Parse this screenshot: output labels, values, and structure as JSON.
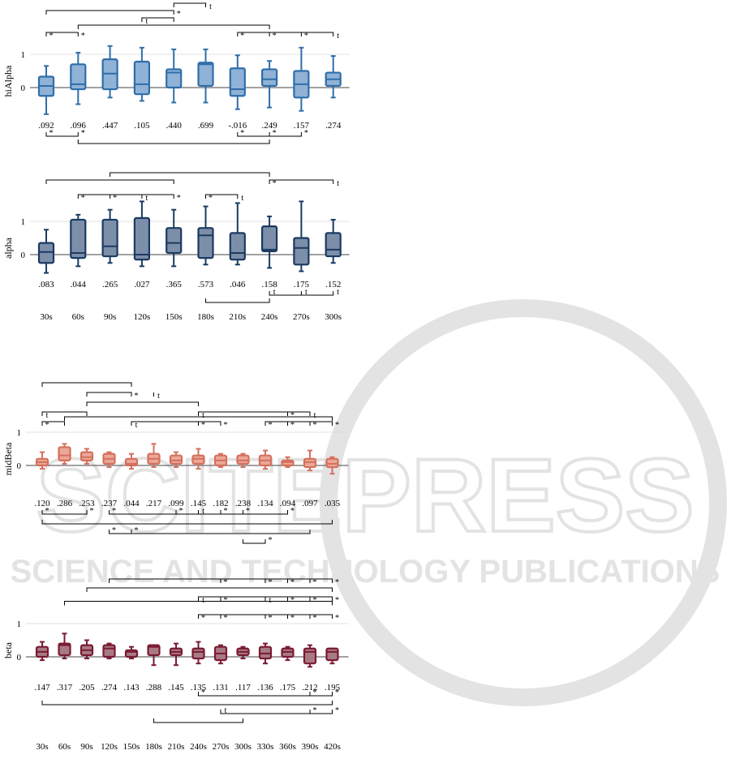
{
  "watermark": {
    "brand": "SCITEPRESS",
    "tagline": "SCIENCE AND TECHNOLOGY PUBLICATIONS",
    "color": "#e3e3e3"
  },
  "chart_data": [
    {
      "type": "box",
      "ylabel": "hiAlpha",
      "color": "#2f6eaa",
      "fill": "#8fb2d6",
      "yticks": [
        0,
        1
      ],
      "categories": [
        "30s",
        "60s",
        "90s",
        "120s",
        "150s",
        "180s",
        "210s",
        "240s",
        "270s",
        "300s"
      ],
      "x_labels_shown": false,
      "values": [
        ".092",
        ".096",
        ".447",
        ".105",
        ".440",
        ".699",
        "-.016",
        ".249",
        ".157",
        ".274"
      ],
      "boxes": [
        {
          "min": -0.8,
          "q1": -0.25,
          "median": 0.05,
          "q3": 0.33,
          "max": 0.65
        },
        {
          "min": -0.5,
          "q1": -0.05,
          "median": 0.1,
          "q3": 0.7,
          "max": 1.05
        },
        {
          "min": -0.3,
          "q1": -0.05,
          "median": 0.42,
          "q3": 0.85,
          "max": 1.25
        },
        {
          "min": -0.4,
          "q1": -0.2,
          "median": 0.1,
          "q3": 0.78,
          "max": 1.2
        },
        {
          "min": -0.45,
          "q1": 0.0,
          "median": 0.45,
          "q3": 0.55,
          "max": 1.15
        },
        {
          "min": -0.45,
          "q1": 0.05,
          "median": 0.7,
          "q3": 0.75,
          "max": 1.15
        },
        {
          "min": -0.65,
          "q1": -0.25,
          "median": -0.05,
          "q3": 0.58,
          "max": 0.97
        },
        {
          "min": -0.6,
          "q1": 0.05,
          "median": 0.25,
          "q3": 0.55,
          "max": 0.8
        },
        {
          "min": -0.7,
          "q1": -0.3,
          "median": 0.1,
          "q3": 0.5,
          "max": 1.2
        },
        {
          "min": -0.3,
          "q1": 0.05,
          "median": 0.25,
          "q3": 0.45,
          "max": 0.95
        }
      ],
      "brackets_above": [
        {
          "from": 0,
          "to": 4,
          "level": 4,
          "marks": [
            {
              "at": 4,
              "label": "*"
            }
          ]
        },
        {
          "from": 3,
          "to": 4,
          "level": 3,
          "marks": [
            {
              "at": 3,
              "label": "t"
            }
          ]
        },
        {
          "from": 4,
          "to": 5,
          "level": 5,
          "marks": [
            {
              "at": 5,
              "label": "t"
            }
          ]
        },
        {
          "from": 1,
          "to": 7,
          "level": 2,
          "marks": []
        },
        {
          "from": 0,
          "to": 1,
          "level": 1,
          "marks": [
            {
              "at": 0,
              "label": "*"
            },
            {
              "at": 1,
              "label": "*"
            }
          ]
        },
        {
          "from": 6,
          "to": 9,
          "level": 1,
          "marks": [
            {
              "at": 6,
              "label": "*"
            },
            {
              "at": 7,
              "label": "*"
            },
            {
              "at": 8,
              "label": "*"
            },
            {
              "at": 9,
              "label": "t"
            }
          ]
        }
      ],
      "brackets_below": [
        {
          "from": 0,
          "to": 1,
          "level": 1,
          "marks": [
            {
              "at": 0,
              "label": "*"
            },
            {
              "at": 1,
              "label": "*"
            }
          ]
        },
        {
          "from": 6,
          "to": 8,
          "level": 1,
          "marks": [
            {
              "at": 6,
              "label": "*"
            },
            {
              "at": 7,
              "label": "*"
            },
            {
              "at": 8,
              "label": "*"
            }
          ]
        },
        {
          "from": 1,
          "to": 7,
          "level": 2,
          "marks": []
        }
      ]
    },
    {
      "type": "box",
      "ylabel": "alpha",
      "color": "#1b3a63",
      "fill": "#7d8fa8",
      "yticks": [
        0,
        1
      ],
      "categories": [
        "30s",
        "60s",
        "90s",
        "120s",
        "150s",
        "180s",
        "210s",
        "240s",
        "270s",
        "300s"
      ],
      "x_labels_shown": true,
      "values": [
        ".083",
        ".044",
        ".265",
        ".027",
        ".365",
        ".573",
        ".046",
        ".158",
        ".175",
        ".152"
      ],
      "boxes": [
        {
          "min": -0.55,
          "q1": -0.25,
          "median": 0.08,
          "q3": 0.35,
          "max": 0.75
        },
        {
          "min": -0.35,
          "q1": -0.1,
          "median": 0.05,
          "q3": 1.05,
          "max": 1.2
        },
        {
          "min": -0.25,
          "q1": -0.05,
          "median": 0.25,
          "q3": 1.05,
          "max": 1.35
        },
        {
          "min": -0.35,
          "q1": -0.15,
          "median": 0.0,
          "q3": 1.1,
          "max": 1.6
        },
        {
          "min": -0.35,
          "q1": 0.05,
          "median": 0.35,
          "q3": 0.8,
          "max": 1.35
        },
        {
          "min": -0.3,
          "q1": -0.1,
          "median": 0.58,
          "q3": 0.8,
          "max": 1.45
        },
        {
          "min": -0.3,
          "q1": -0.15,
          "median": 0.05,
          "q3": 0.65,
          "max": 1.55
        },
        {
          "min": -0.4,
          "q1": 0.1,
          "median": 0.15,
          "q3": 0.85,
          "max": 1.15
        },
        {
          "min": -0.5,
          "q1": -0.3,
          "median": 0.2,
          "q3": 0.5,
          "max": 1.6
        },
        {
          "min": -0.25,
          "q1": -0.05,
          "median": 0.15,
          "q3": 0.65,
          "max": 1.05
        }
      ],
      "brackets_above": [
        {
          "from": 2,
          "to": 7,
          "level": 4,
          "marks": []
        },
        {
          "from": 0,
          "to": 4,
          "level": 3,
          "marks": []
        },
        {
          "from": 7,
          "to": 9,
          "level": 3,
          "marks": [
            {
              "at": 7,
              "label": "*"
            },
            {
              "at": 9,
              "label": "t"
            }
          ]
        },
        {
          "from": 1,
          "to": 4,
          "level": 1,
          "marks": [
            {
              "at": 1,
              "label": "*"
            },
            {
              "at": 2,
              "label": "*"
            },
            {
              "at": 3,
              "label": "t"
            },
            {
              "at": 4,
              "label": "*"
            }
          ]
        },
        {
          "from": 5,
          "to": 6,
          "level": 1,
          "marks": [
            {
              "at": 5,
              "label": "*"
            },
            {
              "at": 6,
              "label": "t"
            }
          ]
        }
      ],
      "brackets_below": [
        {
          "from": 7,
          "to": 9,
          "level": 1,
          "marks": [
            {
              "at": 7,
              "label": "t"
            },
            {
              "at": 8,
              "label": "t"
            },
            {
              "at": 9,
              "label": "t"
            }
          ]
        },
        {
          "from": 5,
          "to": 7,
          "level": 2,
          "marks": []
        }
      ]
    },
    {
      "type": "box",
      "ylabel": "midBeta",
      "color": "#d4705c",
      "fill": "#eba798",
      "yticks": [
        0,
        1
      ],
      "categories": [
        "30s",
        "60s",
        "90s",
        "120s",
        "150s",
        "180s",
        "210s",
        "240s",
        "270s",
        "300s",
        "330s",
        "360s",
        "390s",
        "420s"
      ],
      "x_labels_shown": false,
      "values": [
        ".120",
        ".286",
        ".253",
        ".237",
        ".044",
        ".217",
        ".099",
        ".145",
        ".182",
        ".238",
        ".134",
        ".094",
        ".097",
        ".035"
      ],
      "boxes": [
        {
          "min": -0.1,
          "q1": 0.0,
          "median": 0.1,
          "q3": 0.2,
          "max": 0.4
        },
        {
          "min": 0.05,
          "q1": 0.15,
          "median": 0.3,
          "q3": 0.55,
          "max": 0.65
        },
        {
          "min": 0.05,
          "q1": 0.15,
          "median": 0.25,
          "q3": 0.4,
          "max": 0.5
        },
        {
          "min": -0.05,
          "q1": 0.05,
          "median": 0.2,
          "q3": 0.35,
          "max": 0.4
        },
        {
          "min": -0.1,
          "q1": 0.0,
          "median": 0.05,
          "q3": 0.2,
          "max": 0.35
        },
        {
          "min": -0.05,
          "q1": 0.05,
          "median": 0.2,
          "q3": 0.35,
          "max": 0.65
        },
        {
          "min": -0.05,
          "q1": 0.05,
          "median": 0.15,
          "q3": 0.3,
          "max": 0.4
        },
        {
          "min": -0.1,
          "q1": 0.05,
          "median": 0.2,
          "q3": 0.3,
          "max": 0.5
        },
        {
          "min": -0.05,
          "q1": 0.0,
          "median": 0.15,
          "q3": 0.3,
          "max": 0.35
        },
        {
          "min": -0.05,
          "q1": 0.05,
          "median": 0.15,
          "q3": 0.3,
          "max": 0.35
        },
        {
          "min": -0.1,
          "q1": 0.0,
          "median": 0.15,
          "q3": 0.3,
          "max": 0.45
        },
        {
          "min": -0.05,
          "q1": 0.0,
          "median": 0.1,
          "q3": 0.15,
          "max": 0.25
        },
        {
          "min": -0.15,
          "q1": -0.05,
          "median": 0.1,
          "q3": 0.2,
          "max": 0.45
        },
        {
          "min": -0.25,
          "q1": -0.05,
          "median": 0.05,
          "q3": 0.2,
          "max": 0.25
        }
      ],
      "brackets_above": [
        {
          "from": 0,
          "to": 4,
          "level": 5,
          "marks": []
        },
        {
          "from": 2,
          "to": 4,
          "level": 4,
          "marks": [
            {
              "at": 4,
              "label": "*"
            },
            {
              "at": 5,
              "label": "t"
            }
          ]
        },
        {
          "from": 2,
          "to": 7,
          "level": 3,
          "marks": []
        },
        {
          "from": 0,
          "to": 2,
          "level": 2,
          "marks": [
            {
              "at": 0,
              "label": "t"
            }
          ]
        },
        {
          "from": 7,
          "to": 12,
          "level": 2,
          "marks": [
            {
              "at": 7,
              "label": "t"
            },
            {
              "at": 11,
              "label": "*"
            },
            {
              "at": 12,
              "label": "t"
            }
          ]
        },
        {
          "from": 1,
          "to": 13,
          "level": 1.5,
          "marks": []
        },
        {
          "from": 0,
          "to": 1,
          "level": 1,
          "marks": [
            {
              "at": 0,
              "label": "*"
            }
          ]
        },
        {
          "from": 4,
          "to": 8,
          "level": 1,
          "marks": [
            {
              "at": 4,
              "label": "t"
            },
            {
              "at": 7,
              "label": "*"
            },
            {
              "at": 8,
              "label": "*"
            }
          ]
        },
        {
          "from": 10,
          "to": 13,
          "level": 1,
          "marks": [
            {
              "at": 10,
              "label": "*"
            },
            {
              "at": 11,
              "label": "*"
            },
            {
              "at": 12,
              "label": "*"
            },
            {
              "at": 13,
              "label": "*"
            }
          ]
        }
      ],
      "brackets_below": [
        {
          "from": 0,
          "to": 2,
          "level": 1,
          "marks": [
            {
              "at": 0,
              "label": "*"
            },
            {
              "at": 2,
              "label": "*"
            }
          ]
        },
        {
          "from": 3,
          "to": 11,
          "level": 1,
          "marks": [
            {
              "at": 3,
              "label": "*"
            },
            {
              "at": 6,
              "label": "*"
            },
            {
              "at": 7,
              "label": "t"
            },
            {
              "at": 8,
              "label": "*"
            },
            {
              "at": 9,
              "label": "*"
            },
            {
              "at": 11,
              "label": "*"
            }
          ]
        },
        {
          "from": 0,
          "to": 13,
          "level": 2,
          "marks": []
        },
        {
          "from": 3,
          "to": 4,
          "level": 3,
          "marks": [
            {
              "at": 3,
              "label": "*"
            },
            {
              "at": 4,
              "label": "*"
            }
          ]
        },
        {
          "from": 4,
          "to": 12,
          "level": 3,
          "marks": []
        },
        {
          "from": 9,
          "to": 10,
          "level": 4,
          "marks": [
            {
              "at": 10,
              "label": "*"
            }
          ]
        }
      ]
    },
    {
      "type": "box",
      "ylabel": "beta",
      "color": "#7b1a33",
      "fill": "#a87a84",
      "yticks": [
        0,
        1
      ],
      "categories": [
        "30s",
        "60s",
        "90s",
        "120s",
        "150s",
        "180s",
        "210s",
        "240s",
        "270s",
        "300s",
        "330s",
        "360s",
        "390s",
        "420s"
      ],
      "x_labels_shown": true,
      "values": [
        ".147",
        ".317",
        ".205",
        ".274",
        ".143",
        ".288",
        ".145",
        ".135",
        ".131",
        ".117",
        ".136",
        ".175",
        ".212",
        ".195"
      ],
      "boxes": [
        {
          "min": -0.1,
          "q1": 0.0,
          "median": 0.15,
          "q3": 0.3,
          "max": 0.45
        },
        {
          "min": -0.05,
          "q1": 0.05,
          "median": 0.35,
          "q3": 0.4,
          "max": 0.7
        },
        {
          "min": -0.05,
          "q1": 0.05,
          "median": 0.2,
          "q3": 0.35,
          "max": 0.5
        },
        {
          "min": -0.05,
          "q1": 0.0,
          "median": 0.25,
          "q3": 0.35,
          "max": 0.4
        },
        {
          "min": -0.05,
          "q1": 0.0,
          "median": 0.15,
          "q3": 0.2,
          "max": 0.3
        },
        {
          "min": -0.25,
          "q1": 0.05,
          "median": 0.3,
          "q3": 0.35,
          "max": 0.35
        },
        {
          "min": -0.25,
          "q1": 0.05,
          "median": 0.15,
          "q3": 0.25,
          "max": 0.4
        },
        {
          "min": -0.2,
          "q1": -0.05,
          "median": 0.15,
          "q3": 0.25,
          "max": 0.45
        },
        {
          "min": -0.2,
          "q1": -0.1,
          "median": 0.1,
          "q3": 0.3,
          "max": 0.35
        },
        {
          "min": -0.05,
          "q1": 0.05,
          "median": 0.15,
          "q3": 0.25,
          "max": 0.3
        },
        {
          "min": -0.2,
          "q1": -0.05,
          "median": 0.1,
          "q3": 0.3,
          "max": 0.4
        },
        {
          "min": -0.1,
          "q1": 0.0,
          "median": 0.15,
          "q3": 0.25,
          "max": 0.3
        },
        {
          "min": -0.3,
          "q1": -0.2,
          "median": 0.15,
          "q3": 0.25,
          "max": 0.35
        },
        {
          "min": -0.2,
          "q1": -0.1,
          "median": 0.15,
          "q3": 0.25,
          "max": 0.25
        }
      ],
      "brackets_above": [
        {
          "from": 3,
          "to": 13,
          "level": 5,
          "marks": [
            {
              "at": 8,
              "label": "*"
            },
            {
              "at": 10,
              "label": "*"
            },
            {
              "at": 11,
              "label": "*"
            },
            {
              "at": 12,
              "label": "*"
            },
            {
              "at": 13,
              "label": "*"
            }
          ]
        },
        {
          "from": 2,
          "to": 13,
          "level": 4,
          "marks": []
        },
        {
          "from": 7,
          "to": 13,
          "level": 3,
          "marks": [
            {
              "at": 7,
              "label": "t"
            },
            {
              "at": 8,
              "label": "*"
            },
            {
              "at": 10,
              "label": "t"
            },
            {
              "at": 11,
              "label": "*"
            },
            {
              "at": 12,
              "label": "*"
            },
            {
              "at": 13,
              "label": "*"
            }
          ]
        },
        {
          "from": 1,
          "to": 13,
          "level": 2.5,
          "marks": []
        },
        {
          "from": 7,
          "to": 13,
          "level": 1,
          "marks": [
            {
              "at": 7,
              "label": "*"
            },
            {
              "at": 8,
              "label": "*"
            },
            {
              "at": 10,
              "label": "*"
            },
            {
              "at": 11,
              "label": "*"
            },
            {
              "at": 12,
              "label": "*"
            },
            {
              "at": 13,
              "label": "*"
            }
          ]
        }
      ],
      "brackets_below": [
        {
          "from": 7,
          "to": 13,
          "level": 1,
          "marks": [
            {
              "at": 7,
              "label": "*"
            },
            {
              "at": 12,
              "label": "*"
            },
            {
              "at": 13,
              "label": "*"
            }
          ]
        },
        {
          "from": 0,
          "to": 13,
          "level": 2,
          "marks": []
        },
        {
          "from": 8,
          "to": 13,
          "level": 3,
          "marks": [
            {
              "at": 8,
              "label": "t"
            },
            {
              "at": 12,
              "label": "*"
            },
            {
              "at": 13,
              "label": "*"
            }
          ]
        },
        {
          "from": 5,
          "to": 9,
          "level": 4,
          "marks": []
        }
      ]
    }
  ]
}
